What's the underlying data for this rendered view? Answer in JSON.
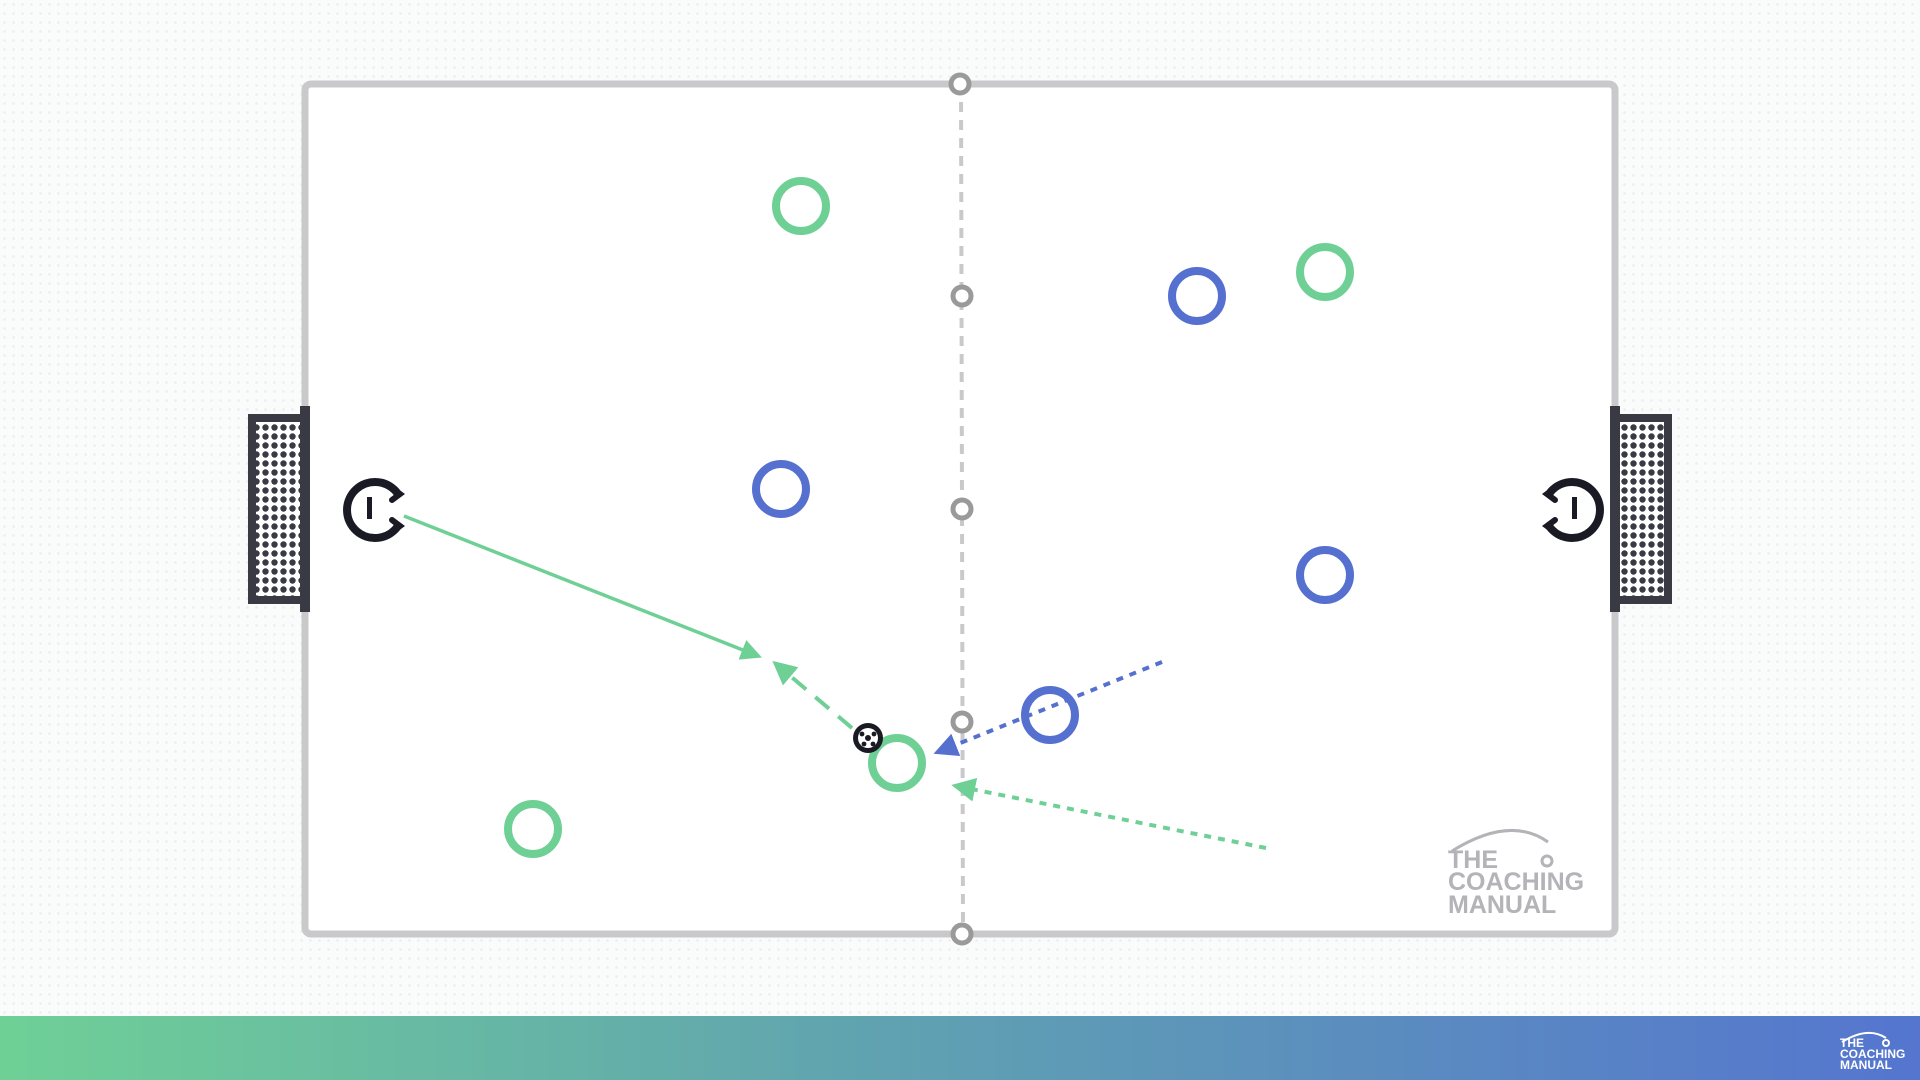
{
  "colors": {
    "team_green": "#6fd096",
    "team_blue": "#5670d0",
    "pitch_line": "#c9c9cc",
    "cone": "#9a9a9a",
    "goal": "#3a3a44",
    "keeper": "#1a1a24",
    "watermark": "#b3b3b8"
  },
  "pitch": {
    "players": [
      {
        "team": "green"
      },
      {
        "team": "green"
      },
      {
        "team": "green"
      },
      {
        "team": "green"
      },
      {
        "team": "blue"
      },
      {
        "team": "blue"
      },
      {
        "team": "blue"
      },
      {
        "team": "blue"
      }
    ],
    "goalkeepers": [
      {
        "side": "left"
      },
      {
        "side": "right"
      }
    ],
    "cones": 5,
    "movements": [
      {
        "kind": "pass",
        "team": "green",
        "style": "solid"
      },
      {
        "kind": "run",
        "team": "green",
        "style": "dashed"
      },
      {
        "kind": "run",
        "team": "blue",
        "style": "dotted"
      },
      {
        "kind": "run",
        "team": "green",
        "style": "dotted"
      }
    ]
  },
  "watermark": {
    "line1": "THE",
    "line2": "COACHING",
    "line3": "MANUAL"
  },
  "footer": {
    "logo_line1": "THE",
    "logo_line2": "COACHING",
    "logo_line3": "MANUAL"
  }
}
